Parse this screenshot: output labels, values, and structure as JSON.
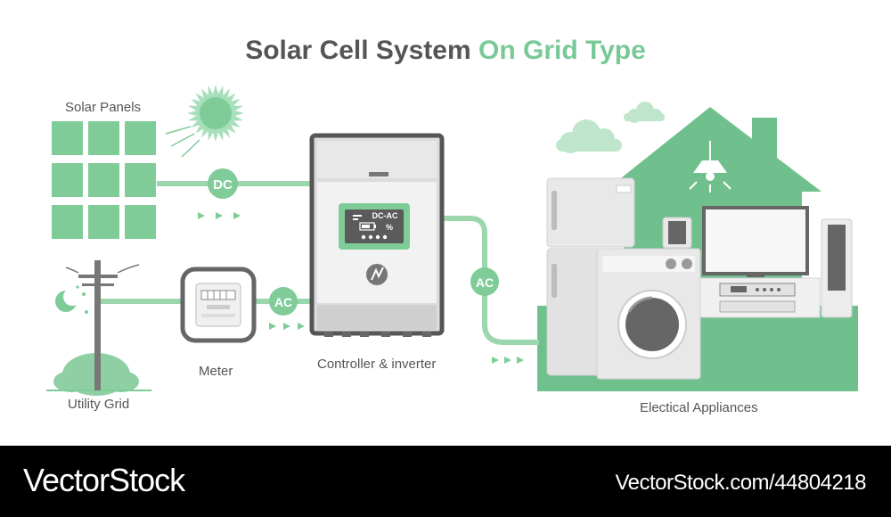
{
  "title": {
    "main": "Solar Cell System",
    "accent": "On Grid Type"
  },
  "labels": {
    "solar_panels": "Solar Panels",
    "utility_grid": "Utility Grid",
    "meter": "Meter",
    "controller": "Controller & inverter",
    "appliances": "Electical Appliances"
  },
  "badges": {
    "dc": "DC",
    "ac_meter": "AC",
    "ac_house": "AC"
  },
  "inverter": {
    "screen_title": "DC-AC",
    "screen_percent": "%"
  },
  "footer": {
    "brand": "VectorStock",
    "url": "VectorStock.com/44804218"
  },
  "colors": {
    "accent": "#79c998",
    "dark_text": "#555555",
    "footer_bg": "#000000",
    "house": "#6fc08c"
  }
}
